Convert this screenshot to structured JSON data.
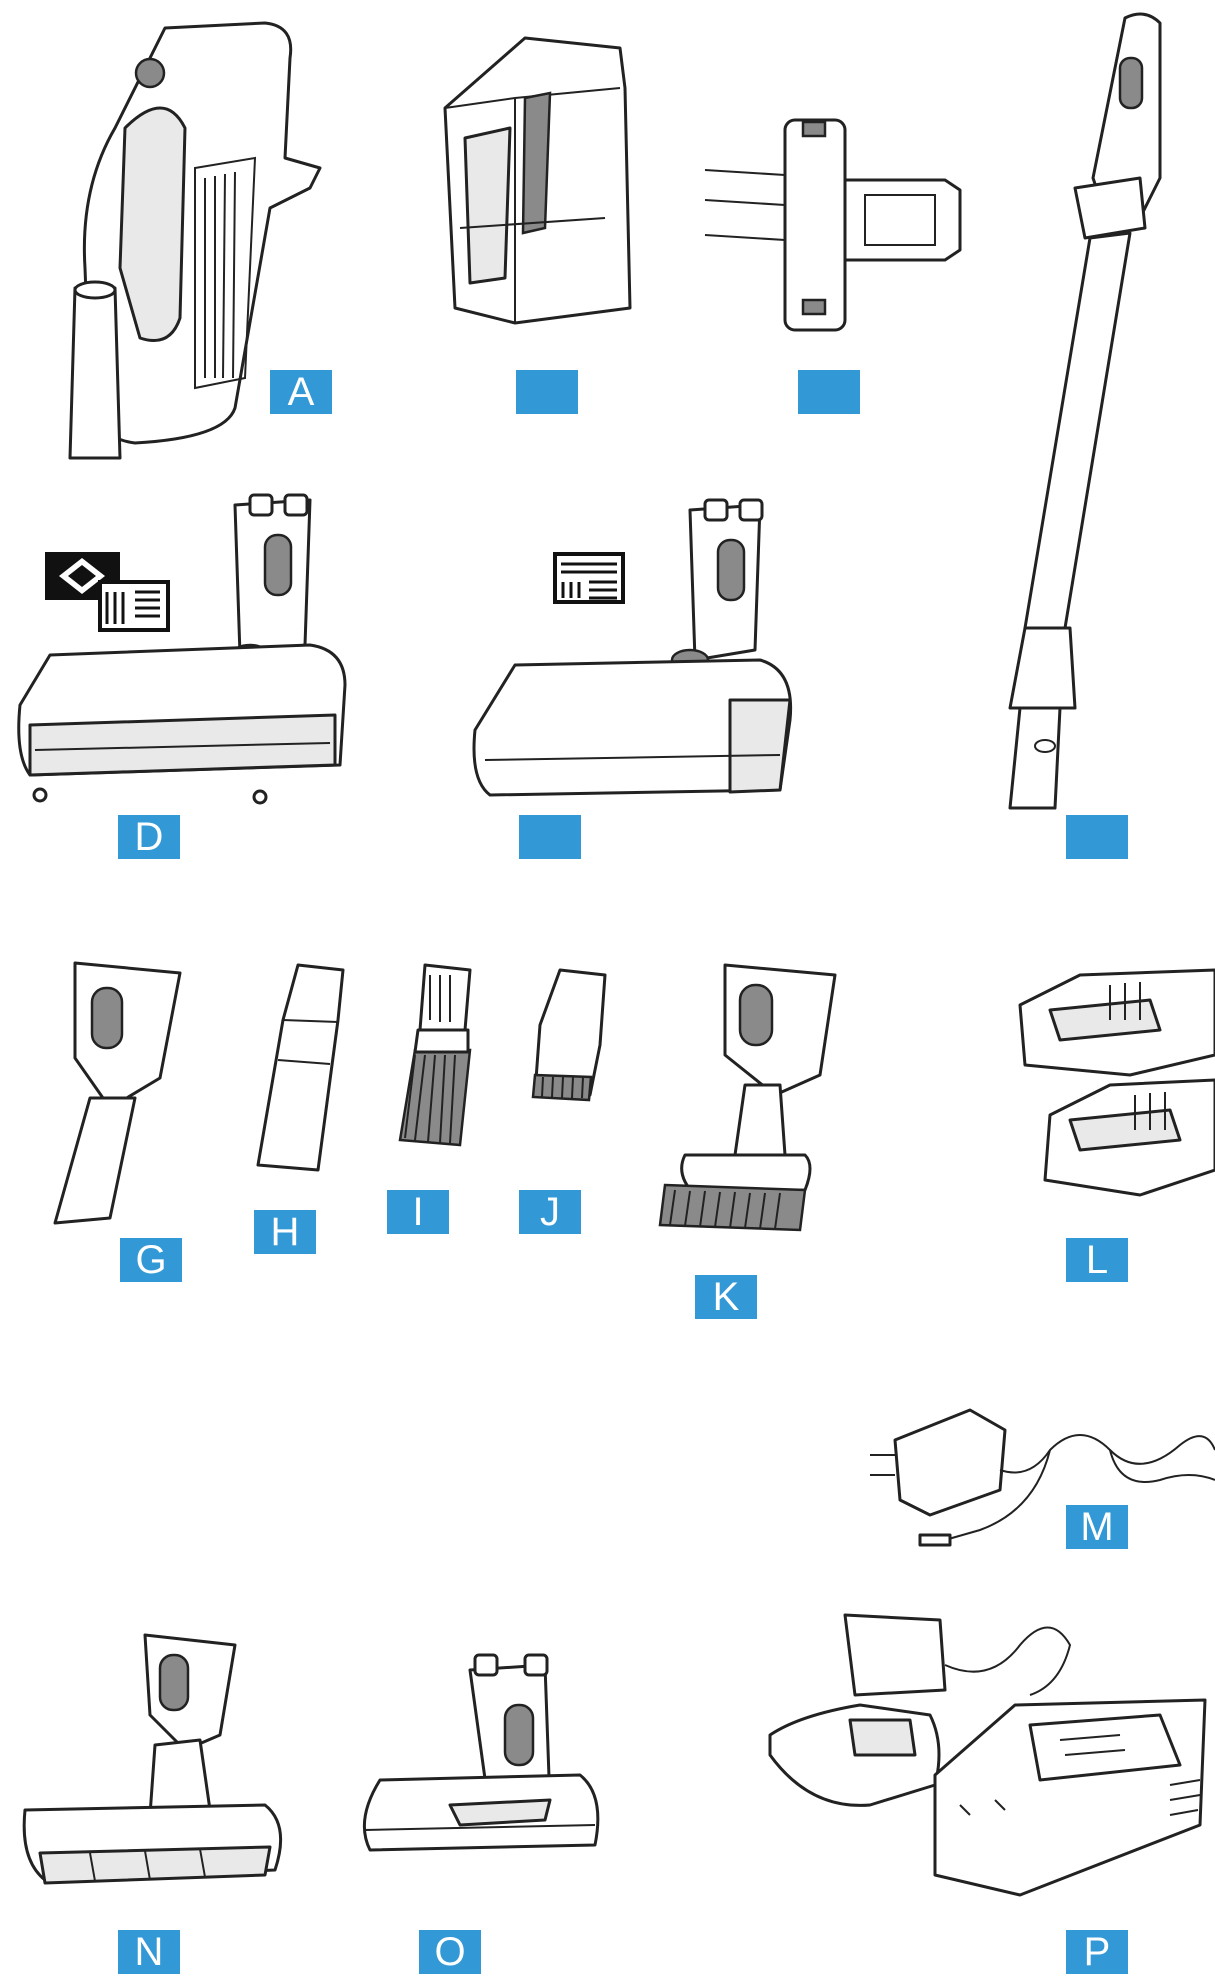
{
  "labels": {
    "a": "A",
    "b": "",
    "c": "",
    "d": "D",
    "e": "",
    "f": "",
    "g": "G",
    "h": "H",
    "i": "I",
    "j": "J",
    "k": "K",
    "l": "L",
    "m": "M",
    "n": "N",
    "o": "O",
    "p": "P"
  },
  "colors": {
    "badge": "#3399d6",
    "line": "#222222"
  },
  "icons": {
    "d": [
      "floor-hard-carpet-icon"
    ],
    "e": [
      "floor-hard-icon"
    ]
  }
}
